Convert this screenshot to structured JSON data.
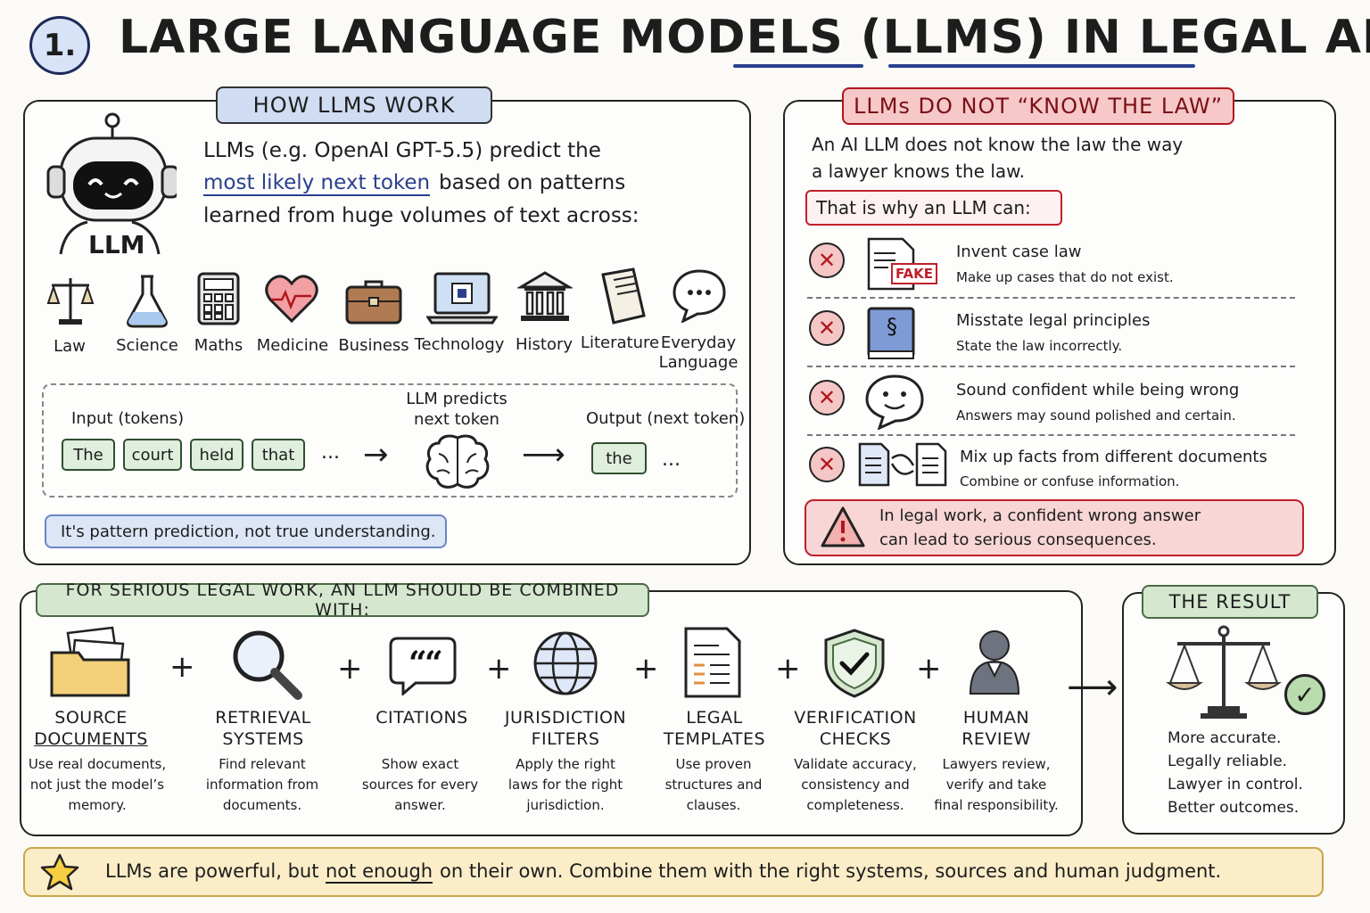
{
  "header": {
    "number": "1.",
    "title": "LARGE LANGUAGE MODELS (LLMS) IN LEGAL AI"
  },
  "how": {
    "tag": "HOW LLMS WORK",
    "robot_label": "LLM",
    "line1": "LLMs (e.g. OpenAI GPT-5.5) predict the",
    "line2_highlight": "most likely next token",
    "line2_rest": "based on patterns",
    "line3": "learned from huge volumes of text across:",
    "domains": [
      {
        "label": "Law",
        "icon": "scales-icon"
      },
      {
        "label": "Science",
        "icon": "flask-icon"
      },
      {
        "label": "Maths",
        "icon": "calculator-icon"
      },
      {
        "label": "Medicine",
        "icon": "heart-icon"
      },
      {
        "label": "Business",
        "icon": "briefcase-icon"
      },
      {
        "label": "Technology",
        "icon": "laptop-icon"
      },
      {
        "label": "History",
        "icon": "museum-icon"
      },
      {
        "label": "Literature",
        "icon": "book-icon"
      },
      {
        "label": "Everyday",
        "label2": "Language",
        "icon": "speech-bubble-icon"
      }
    ],
    "input_label": "Input (tokens)",
    "tokens": [
      "The",
      "court",
      "held",
      "that"
    ],
    "ellipsis": "...",
    "predict_label_1": "LLM predicts",
    "predict_label_2": "next token",
    "output_label": "Output (next token)",
    "output_token": "the",
    "note": "It's pattern prediction, not true understanding."
  },
  "knowlaw": {
    "tag": "LLMs DO NOT “KNOW THE LAW”",
    "intro1": "An AI LLM does not know the law the way",
    "intro2": "a lawyer knows the law.",
    "why": "That is why an LLM can:",
    "fake_stamp": "FAKE",
    "items": [
      {
        "title": "Invent case law",
        "sub": "Make up cases that do not exist."
      },
      {
        "title": "Misstate legal principles",
        "sub": "State the law incorrectly."
      },
      {
        "title": "Sound confident while being wrong",
        "sub": "Answers may sound polished and certain."
      },
      {
        "title": "Mix up facts from different documents",
        "sub": "Combine or confuse information."
      }
    ],
    "warning1": "In legal work, a confident wrong answer",
    "warning2": "can lead to serious consequences."
  },
  "combine": {
    "tag": "FOR SERIOUS LEGAL WORK, AN LLM SHOULD BE COMBINED WITH:",
    "items": [
      {
        "cap1": "SOURCE",
        "cap2": "DOCUMENTS",
        "d1": "Use real documents,",
        "d2": "not just the model’s",
        "d3": "memory."
      },
      {
        "cap1": "RETRIEVAL",
        "cap2": "SYSTEMS",
        "d1": "Find relevant",
        "d2": "information from",
        "d3": "documents."
      },
      {
        "cap1": "CITATIONS",
        "cap2": "",
        "d1": "Show exact",
        "d2": "sources for every",
        "d3": "answer."
      },
      {
        "cap1": "JURISDICTION",
        "cap2": "FILTERS",
        "d1": "Apply the right",
        "d2": "laws for the right",
        "d3": "jurisdiction."
      },
      {
        "cap1": "LEGAL",
        "cap2": "TEMPLATES",
        "d1": "Use proven",
        "d2": "structures and",
        "d3": "clauses."
      },
      {
        "cap1": "VERIFICATION",
        "cap2": "CHECKS",
        "d1": "Validate accuracy,",
        "d2": "consistency and",
        "d3": "completeness."
      },
      {
        "cap1": "HUMAN",
        "cap2": "REVIEW",
        "d1": "Lawyers review,",
        "d2": "verify and take",
        "d3": "final responsibility."
      }
    ],
    "plus": "+"
  },
  "result": {
    "tag": "THE RESULT",
    "lines": [
      "More accurate.",
      "Legally reliable.",
      "Lawyer in control.",
      "Better outcomes."
    ]
  },
  "footer": {
    "text1": "LLMs are powerful, but",
    "highlight": "not enough",
    "text2": "on their own.  Combine them with the right systems, sources and human judgment."
  },
  "colors": {
    "blue_tag": "#cfdcf2",
    "red_tag": "#f6c8c8",
    "green_tag": "#d5e8cf",
    "footer_bg": "#fbedc8",
    "accent_blue": "#2a3f8f"
  }
}
